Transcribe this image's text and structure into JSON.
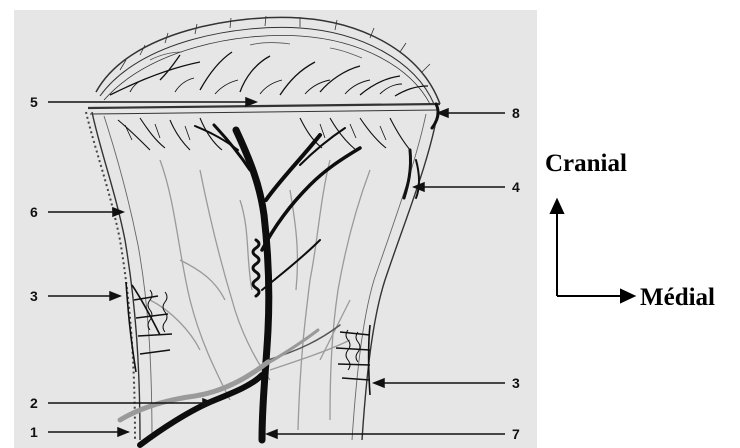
{
  "labels": {
    "l1": "1",
    "l2": "2",
    "l3a": "3",
    "l3b": "3",
    "l4": "4",
    "l5": "5",
    "l6": "6",
    "l7": "7",
    "l8": "8"
  },
  "orientation": {
    "cranial": "Cranial",
    "medial": "Médial"
  },
  "colors": {
    "figure_background": "#e6e6e6",
    "artery": "#0d0d0d",
    "vessel_light": "#9a9a9a",
    "bone_outline": "#333333"
  }
}
